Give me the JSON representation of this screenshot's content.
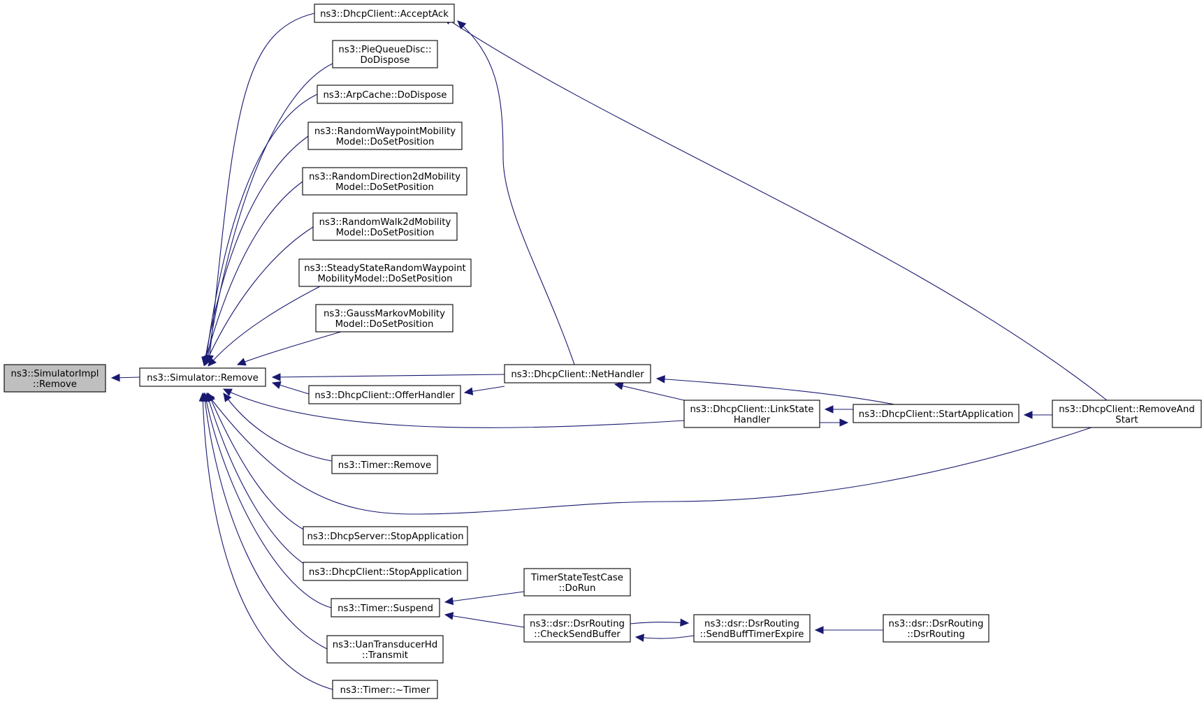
{
  "graph": {
    "colors": {
      "edge": "#191970",
      "node_fill": "#ffffff",
      "root_fill": "#bfbfbf",
      "border": "#000000"
    },
    "nodes": [
      {
        "id": "simimpl_remove",
        "lines": [
          "ns3::SimulatorImpl",
          "::Remove"
        ],
        "root": true
      },
      {
        "id": "sim_remove",
        "lines": [
          "ns3::Simulator::Remove"
        ]
      },
      {
        "id": "dhcp_acceptack",
        "lines": [
          "ns3::DhcpClient::AcceptAck"
        ]
      },
      {
        "id": "pie_dodispose",
        "lines": [
          "ns3::PieQueueDisc::",
          "DoDispose"
        ]
      },
      {
        "id": "arp_dodispose",
        "lines": [
          "ns3::ArpCache::DoDispose"
        ]
      },
      {
        "id": "rwp_dosetpos",
        "lines": [
          "ns3::RandomWaypointMobility",
          "Model::DoSetPosition"
        ]
      },
      {
        "id": "rd2d_dosetpos",
        "lines": [
          "ns3::RandomDirection2dMobility",
          "Model::DoSetPosition"
        ]
      },
      {
        "id": "rw2d_dosetpos",
        "lines": [
          "ns3::RandomWalk2dMobility",
          "Model::DoSetPosition"
        ]
      },
      {
        "id": "ssrwp_dosetpos",
        "lines": [
          "ns3::SteadyStateRandomWaypoint",
          "MobilityModel::DoSetPosition"
        ]
      },
      {
        "id": "gm_dosetpos",
        "lines": [
          "ns3::GaussMarkovMobility",
          "Model::DoSetPosition"
        ]
      },
      {
        "id": "dhcp_nethandler",
        "lines": [
          "ns3::DhcpClient::NetHandler"
        ]
      },
      {
        "id": "dhcp_offerhandler",
        "lines": [
          "ns3::DhcpClient::OfferHandler"
        ]
      },
      {
        "id": "dhcp_linkstate",
        "lines": [
          "ns3::DhcpClient::LinkState",
          "Handler"
        ]
      },
      {
        "id": "dhcp_startapp",
        "lines": [
          "ns3::DhcpClient::StartApplication"
        ]
      },
      {
        "id": "dhcp_removeandstart",
        "lines": [
          "ns3::DhcpClient::RemoveAnd",
          "Start"
        ]
      },
      {
        "id": "timer_remove",
        "lines": [
          "ns3::Timer::Remove"
        ]
      },
      {
        "id": "dhcpserver_stopapp",
        "lines": [
          "ns3::DhcpServer::StopApplication"
        ]
      },
      {
        "id": "dhcpclient_stopapp",
        "lines": [
          "ns3::DhcpClient::StopApplication"
        ]
      },
      {
        "id": "timerstate_dorun",
        "lines": [
          "TimerStateTestCase",
          "::DoRun"
        ]
      },
      {
        "id": "timer_suspend",
        "lines": [
          "ns3::Timer::Suspend"
        ]
      },
      {
        "id": "dsr_checksendbuffer",
        "lines": [
          "ns3::dsr::DsrRouting",
          "::CheckSendBuffer"
        ]
      },
      {
        "id": "dsr_sendbufftimerexpire",
        "lines": [
          "ns3::dsr::DsrRouting",
          "::SendBuffTimerExpire"
        ]
      },
      {
        "id": "dsr_dsrrouting",
        "lines": [
          "ns3::dsr::DsrRouting",
          "::DsrRouting"
        ]
      },
      {
        "id": "uan_transmit",
        "lines": [
          "ns3::UanTransducerHd",
          "::Transmit"
        ]
      },
      {
        "id": "timer_dtor",
        "lines": [
          "ns3::Timer::~Timer"
        ]
      }
    ],
    "edges": [
      {
        "from": "sim_remove",
        "to": "simimpl_remove"
      },
      {
        "from": "dhcp_acceptack",
        "to": "sim_remove"
      },
      {
        "from": "pie_dodispose",
        "to": "sim_remove"
      },
      {
        "from": "arp_dodispose",
        "to": "sim_remove"
      },
      {
        "from": "rwp_dosetpos",
        "to": "sim_remove"
      },
      {
        "from": "rd2d_dosetpos",
        "to": "sim_remove"
      },
      {
        "from": "rw2d_dosetpos",
        "to": "sim_remove"
      },
      {
        "from": "ssrwp_dosetpos",
        "to": "sim_remove"
      },
      {
        "from": "gm_dosetpos",
        "to": "sim_remove"
      },
      {
        "from": "dhcp_nethandler",
        "to": "sim_remove"
      },
      {
        "from": "dhcp_offerhandler",
        "to": "sim_remove"
      },
      {
        "from": "dhcp_linkstate",
        "to": "sim_remove"
      },
      {
        "from": "timer_remove",
        "to": "sim_remove"
      },
      {
        "from": "dhcp_removeandstart",
        "to": "sim_remove"
      },
      {
        "from": "dhcpserver_stopapp",
        "to": "sim_remove"
      },
      {
        "from": "dhcpclient_stopapp",
        "to": "sim_remove"
      },
      {
        "from": "timer_suspend",
        "to": "sim_remove"
      },
      {
        "from": "uan_transmit",
        "to": "sim_remove"
      },
      {
        "from": "timer_dtor",
        "to": "sim_remove"
      },
      {
        "from": "dhcp_nethandler",
        "to": "dhcp_acceptack"
      },
      {
        "from": "dhcp_removeandstart",
        "to": "dhcp_acceptack"
      },
      {
        "from": "dhcp_nethandler",
        "to": "dhcp_offerhandler"
      },
      {
        "from": "dhcp_linkstate",
        "to": "dhcp_nethandler"
      },
      {
        "from": "dhcp_startapp",
        "to": "dhcp_nethandler"
      },
      {
        "from": "dhcp_startapp",
        "to": "dhcp_linkstate"
      },
      {
        "from": "dhcp_linkstate",
        "to": "dhcp_startapp"
      },
      {
        "from": "dhcp_removeandstart",
        "to": "dhcp_startapp"
      },
      {
        "from": "timerstate_dorun",
        "to": "timer_suspend"
      },
      {
        "from": "dsr_checksendbuffer",
        "to": "timer_suspend"
      },
      {
        "from": "dsr_sendbufftimerexpire",
        "to": "dsr_checksendbuffer"
      },
      {
        "from": "dsr_checksendbuffer",
        "to": "dsr_sendbufftimerexpire"
      },
      {
        "from": "dsr_dsrrouting",
        "to": "dsr_sendbufftimerexpire"
      }
    ]
  }
}
